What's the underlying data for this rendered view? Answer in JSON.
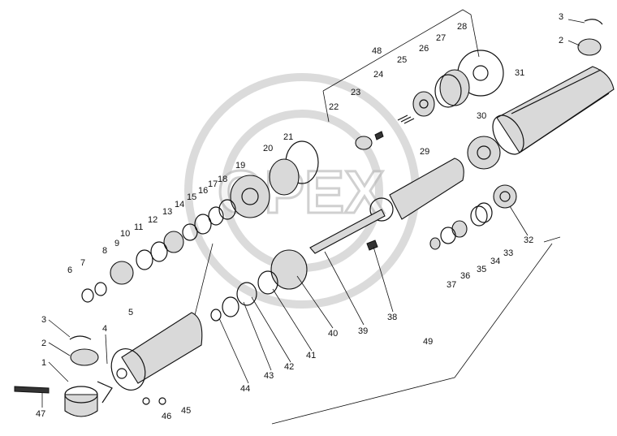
{
  "diagram": {
    "watermark_text": "OPEX",
    "callouts": [
      "1",
      "2",
      "3",
      "4",
      "5",
      "6",
      "7",
      "8",
      "9",
      "10",
      "11",
      "12",
      "13",
      "14",
      "15",
      "16",
      "17",
      "18",
      "19",
      "20",
      "21",
      "22",
      "23",
      "24",
      "25",
      "26",
      "27",
      "28",
      "29",
      "30",
      "31",
      "32",
      "33",
      "34",
      "35",
      "36",
      "37",
      "38",
      "39",
      "40",
      "41",
      "42",
      "43",
      "44",
      "45",
      "46",
      "47",
      "48",
      "49",
      "3",
      "2"
    ]
  }
}
